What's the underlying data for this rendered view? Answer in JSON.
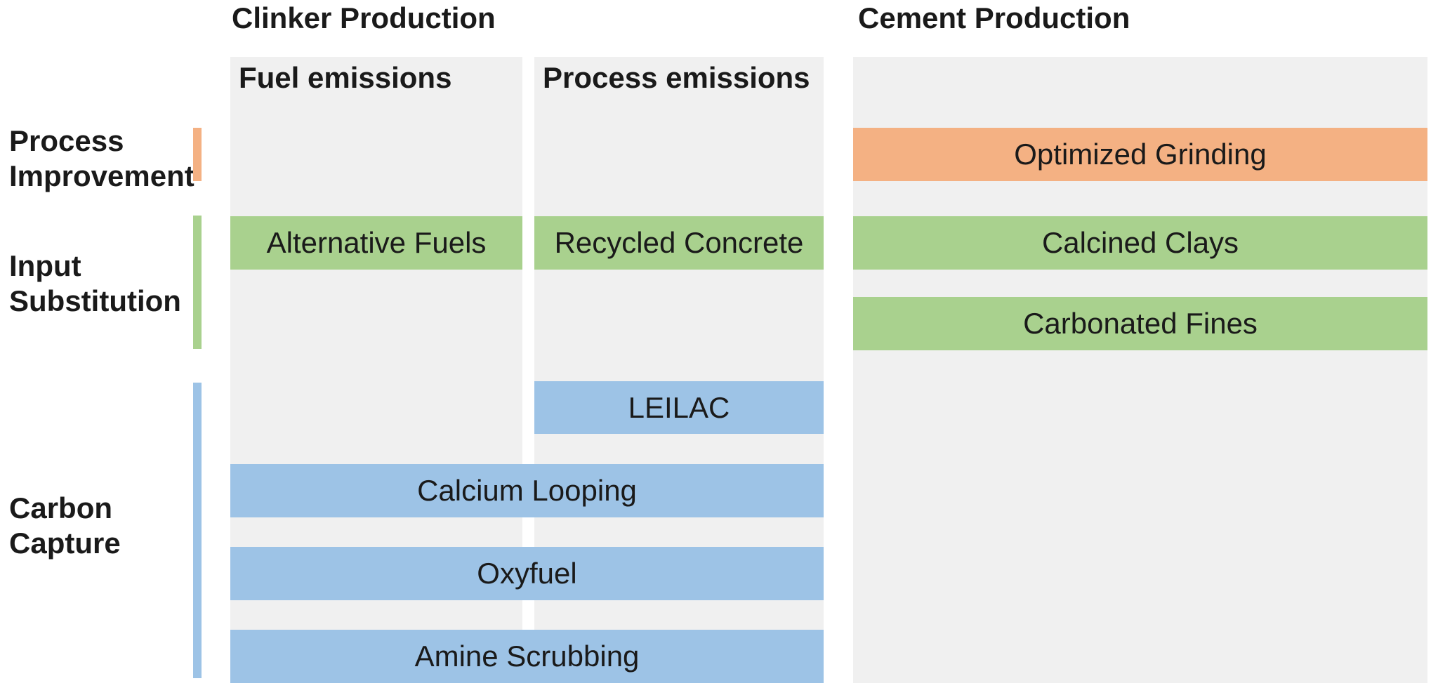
{
  "diagram": {
    "titles": {
      "clinker": "Clinker Production",
      "cement": "Cement Production"
    },
    "subheaders": {
      "fuel": "Fuel emissions",
      "process": "Process emissions"
    },
    "groups": [
      {
        "name_line1": "Process",
        "name_line2": "Improvement",
        "color": "#F4B183",
        "technologies": [
          "Optimized Grinding"
        ]
      },
      {
        "name_line1": "Input",
        "name_line2": "Substitution",
        "color": "#A9D18E",
        "technologies": [
          "Alternative Fuels",
          "Recycled Concrete",
          "Calcined Clays",
          "Carbonated Fines"
        ]
      },
      {
        "name_line1": "Carbon",
        "name_line2": "Capture",
        "color": "#9DC3E6",
        "technologies": [
          "LEILAC",
          "Calcium Looping",
          "Oxyfuel",
          "Amine Scrubbing"
        ]
      }
    ],
    "bars": {
      "optimized_grinding": {
        "label": "Optimized Grinding",
        "group": "Process Improvement",
        "span": "cement"
      },
      "alternative_fuels": {
        "label": "Alternative Fuels",
        "group": "Input Substitution",
        "span": "clinker-fuel"
      },
      "recycled_concrete": {
        "label": "Recycled Concrete",
        "group": "Input Substitution",
        "span": "clinker-process"
      },
      "calcined_clays": {
        "label": "Calcined Clays",
        "group": "Input Substitution",
        "span": "cement"
      },
      "carbonated_fines": {
        "label": "Carbonated Fines",
        "group": "Input Substitution",
        "span": "cement"
      },
      "leilac": {
        "label": "LEILAC",
        "group": "Carbon Capture",
        "span": "clinker-process"
      },
      "calcium_looping": {
        "label": "Calcium Looping",
        "group": "Carbon Capture",
        "span": "clinker-both"
      },
      "oxyfuel": {
        "label": "Oxyfuel",
        "group": "Carbon Capture",
        "span": "clinker-both"
      },
      "amine_scrubbing": {
        "label": "Amine Scrubbing",
        "group": "Carbon Capture",
        "span": "clinker-both"
      }
    },
    "colors": {
      "panel_bg": "#F0F0F0",
      "process_improvement": "#F4B183",
      "input_substitution": "#A9D18E",
      "carbon_capture": "#9DC3E6",
      "text": "#1A1A1A",
      "background": "#FFFFFF"
    }
  }
}
